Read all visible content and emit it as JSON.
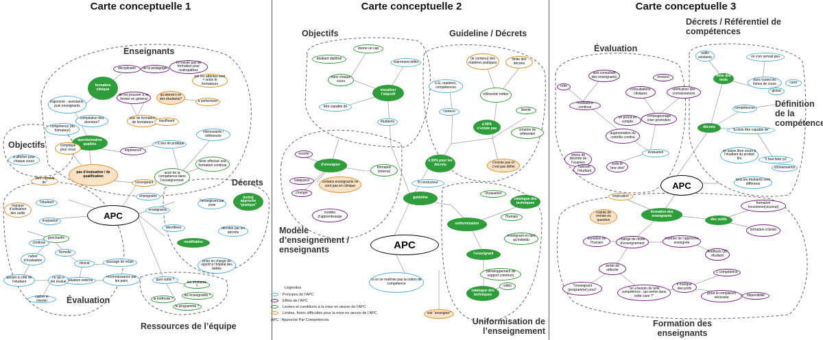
{
  "titles": {
    "c1": "Carte conceptuelle 1",
    "c2": "Carte conceptuelle 2",
    "c3": "Carte conceptuelle 3"
  },
  "sections": {
    "c1_enseignants": "Enseignants",
    "c1_objectifs": "Objectifs",
    "c1_decrets": "Décrets",
    "c1_evaluation": "Évaluation",
    "c1_ressources": "Ressources de l’équipe",
    "c2_objectifs": "Objectifs",
    "c2_guideline": "Guideline / Décrets",
    "c2_modele": "Modèle d’enseignement / enseignants",
    "c2_uniformisation": "Uniformisation de l’enseignement",
    "c3_decrets": "Décrets / Référentiel de compétences",
    "c3_evaluation": "Évaluation",
    "c3_definition": "Définition de la compétence",
    "c3_formation": "Formation des enseignants"
  },
  "apc_label": "APC",
  "legend": {
    "title": "Légendes",
    "items": [
      {
        "label": "Principes de l’APC",
        "color": "#4db3e6"
      },
      {
        "label": "Effets de l’APC",
        "color": "#7a1c8c"
      },
      {
        "label": "Leviers et conditions à la mise en œuvre de l’APC",
        "color": "#2e9e3a"
      },
      {
        "label": "Limites, freins difficultés pour la mise en œuvre de l’APC",
        "color": "#f28c1c"
      }
    ],
    "apc_def": "APC : Approche Par Compétences"
  },
  "map1": {
    "nodes": [
      "trajectoire : assistants, puis enseignants",
      "formation clinique",
      "disciplinaire",
      "de la pédagogie",
      "il n’existe pas de formation pour ostéopathes",
      "de les pousser à se former en général",
      "qu’attend-t-on des étudiants?",
      "par les attentes sont ≠ selon le formateurs",
      "à uniformiser",
      "compétence (du formateur)",
      "compilation des données?",
      "pas de formation de formateurs",
      "insuffisant",
      "questionnaires qualités",
      "expérience",
      "> 5 ans de pratique",
      "intéressante / référencée",
      "compliqué pour nous",
      "pas d’évaluation / de qualification",
      "avoir de la compétence dans l’enseignement",
      "avoir effectué une formation continue",
      "à afficher pour chaque cours",
      "“être capable de”",
      "l’enseignant",
      "enseignées",
      "enseignants",
      "l’enseignant par zone",
      "(extra) approche “pratique”",
      "décrites par les décrets",
      "identifiées",
      "modifiables",
      "prise en charge du sportif à l’hôpital des bébés",
      "manque d’utilisation des outils",
      "l’étudiant",
      "évaluation",
      "gonchuelle",
      "cahier d’évaluation",
      "continue",
      "formelle",
      "clinicat",
      "passage de relais",
      "évaluation externe",
      "reconnaissance par les pairs",
      "passer à côté de l’étudiant",
      "ce qui a été évalué",
      "cadrer le chemin",
      "quel outils ?",
      "les étudiants ?",
      "les enseignants ?",
      "la méthode ?",
      "le programme ?"
    ]
  },
  "map2": {
    "nodes": [
      "donne un cap",
      "étudiant diplômé",
      "clairement défini",
      "dans chaque cours",
      "visualiser l’objectif",
      "être capable de",
      "étudiants",
      "(le contenu) des matières pratiques",
      "limite des décrets",
      "U.E. matières, compétences",
      "référentiel métier",
      "contenu",
      "à 50% n’existe pas",
      "liberté",
      "création de référentiel",
      "recette",
      "d’enseigner",
      "catalyseur",
      "certains enseignants ne sont pas en clinique",
      "formation (interne)",
      "changer",
      "n’existe pas et c’est pas défini",
      "à 50% pour les décrets",
      "fil conducteur",
      "guideline",
      "modèle d’apprentissage",
      "l’évaluation",
      "catalogue des techniques",
      "uniformisation",
      "l’humain",
      "enseignant en tant qu’individu",
      "l’enseignant",
      "(développement de support commun)",
      "catalogue des techniques",
      "vidéo",
      "si on ne maîtrise pas la notion de compétence",
      "voir “enseigner”"
    ]
  },
  "map3": {
    "nodes": [
      "outils existants",
      "mise des mots",
      "on s’en servait peu",
      "note",
      "avis consultatif des enseignants",
      "révision",
      "l’évaluation continue",
      "consultations cliniques",
      "vérification des connaissances",
      "dans toutes les fiches de cours",
      "carré",
      "global",
      "compétences",
      "on prend en compte",
      "compagnonage inter-promotion",
      "augmentation du contrôle continu",
      "décrets",
      "stress de dévente de l’examen",
      "“tu dois être capable de”",
      "“il faut faire ça”",
      "habituer l’étudiant",
      "évite le “one shot”",
      "évaluation",
      "on laisse libre cours à l’étudiant du produit fini",
      "connaissance",
      "tous les étudiants sont différents",
      "implication",
      "formation des enseignants",
      "des outils",
      "formation fonctionnel(viscéral)",
      "formation crânien",
      "crainte de remise en question",
      "évolution de l’humain",
      "changé de mode d’enseignement",
      "maitrise de l’approche enseignée",
      "feedback QD étudiant",
      "arrêté de réfléchir",
      "“l’enseignant (programmé) pour”",
      "“on a besoin de telle compétence ; qui rentre dans cette case ?”",
      "il manque des profs",
      "1 compétence",
      "(pour le remplacer) nécessite",
      "disponibilité"
    ]
  }
}
